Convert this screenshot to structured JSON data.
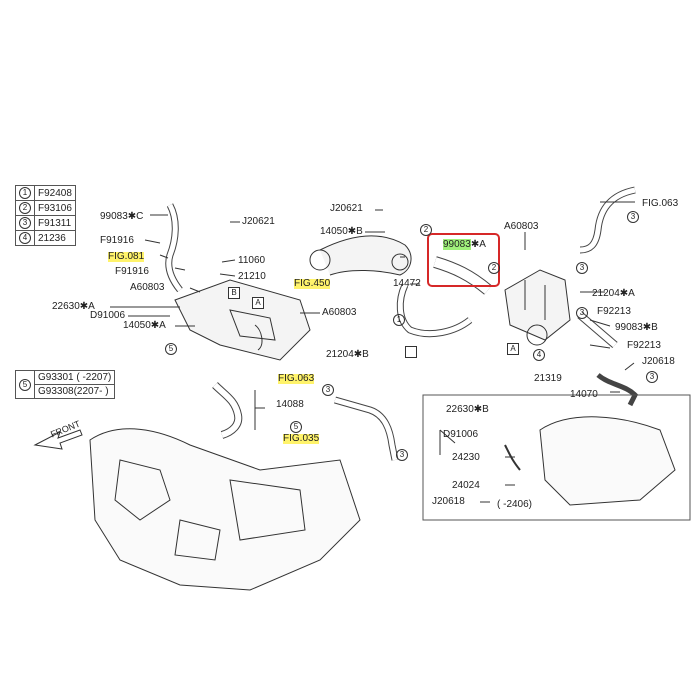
{
  "legend_top": [
    {
      "num": "1",
      "code": "F92408"
    },
    {
      "num": "2",
      "code": "F93106"
    },
    {
      "num": "3",
      "code": "F91311"
    },
    {
      "num": "4",
      "code": "21236"
    }
  ],
  "legend_bottom": {
    "num": "5",
    "rows": [
      "G93301 ( -2207)",
      "G93308(2207- )"
    ]
  },
  "callouts": {
    "c99083c": "99083✱C",
    "j20621": "J20621",
    "f91916a": "F91916",
    "fig081": "FIG.081",
    "f91916b": "F91916",
    "c11060": "11060",
    "c21210": "21210",
    "a60803a": "A60803",
    "c22630a": "22630✱A",
    "d91006a": "D91006",
    "c14050a": "14050✱A",
    "a60803b": "A60803",
    "j20621b": "J20621",
    "c14050b": "14050✱B",
    "fig450": "FIG.450",
    "c14472": "14472",
    "c99083a": "99083",
    "c99083a_suffix": "✱A",
    "a60803c": "A60803",
    "fig063a": "FIG.063",
    "c21204a": "21204✱A",
    "f92213a": "F92213",
    "c99083b": "99083✱B",
    "f92213b": "F92213",
    "j20618a": "J20618",
    "c21319": "21319",
    "c14070": "14070",
    "c21204b": "21204✱B",
    "fig063b": "FIG.063",
    "c14088": "14088",
    "fig035": "FIG.035",
    "front": "FRONT",
    "c22630b": "22630✱B",
    "d91006b": "D91006",
    "c24230": "24230",
    "c24024": "24024",
    "j20618b": "J20618",
    "range2406": "( -2406)"
  },
  "markers": {
    "circle1": "1",
    "circle2": "2",
    "circle3": "3",
    "circle4": "4",
    "circle5": "5",
    "boxA": "A",
    "boxB": "B"
  },
  "highlight_colors": {
    "fig_ref": "#fff36b",
    "selected_part": "#9ff07a",
    "selection_box": "#d62828"
  }
}
